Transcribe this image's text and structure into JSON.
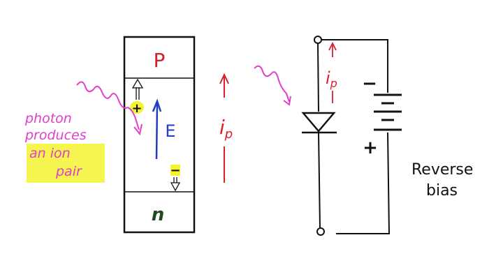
{
  "photodiode": {
    "p_label": "P",
    "n_label": "n",
    "field_label": "E",
    "hole_sign": "+",
    "electron_sign": "−",
    "current_label_main": "i",
    "current_label_sub": "p",
    "photon_note": [
      "photon",
      "produces",
      "an ion",
      "pair"
    ]
  },
  "circuit": {
    "current_label_main": "i",
    "current_label_sub": "p",
    "battery_minus": "−",
    "battery_plus": "+",
    "bias_note": [
      "Reverse",
      "bias"
    ]
  },
  "colors": {
    "ink": "#111111",
    "photon": "#e040c8",
    "current": "#d8202a",
    "field": "#1f3fbf",
    "highlight": "#f5f230",
    "n_label": "#1e4a1e"
  }
}
